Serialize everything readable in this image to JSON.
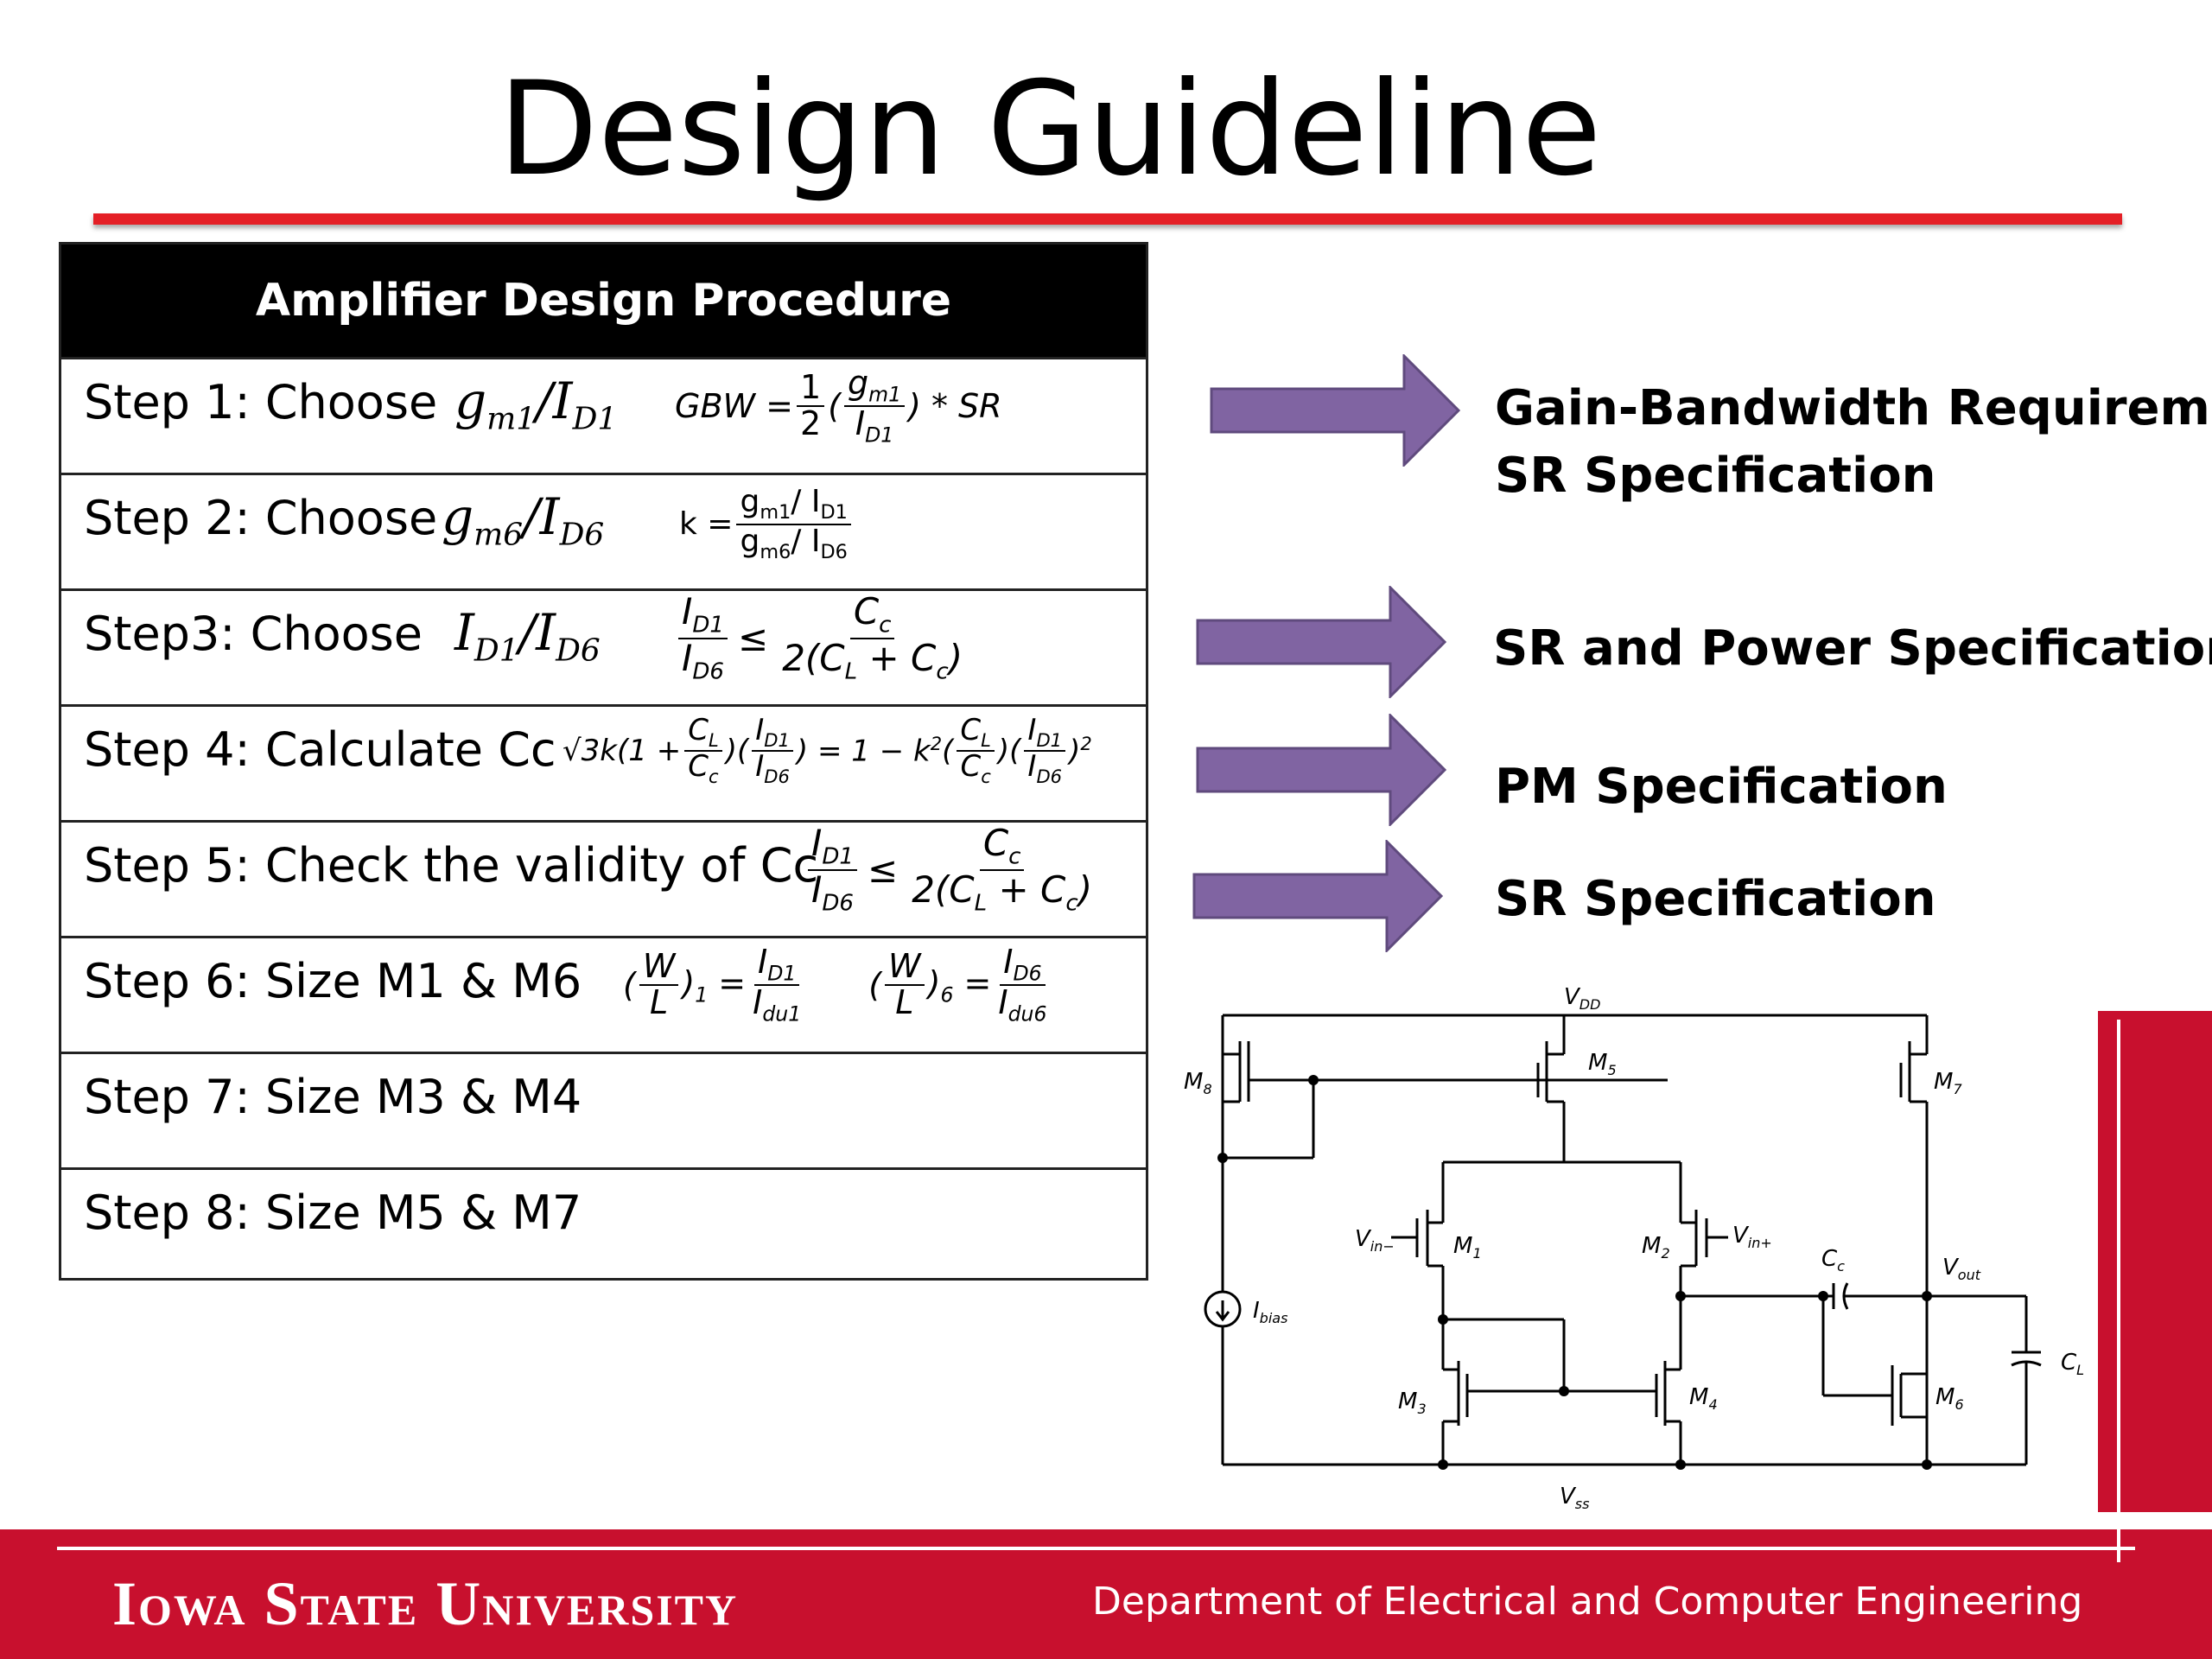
{
  "slide": {
    "title": "Design Guideline"
  },
  "table": {
    "header": "Amplifier Design Procedure",
    "steps": [
      {
        "label": "Step 1: Choose",
        "expr": "g",
        "expr_sub": "m1",
        "expr2": "/I",
        "expr2_sub": "D1",
        "formula": {
          "lhs": "GBW =",
          "half_num": "1",
          "half_den": "2",
          "num": "g",
          "num_sub": "m1",
          "den": "I",
          "den_sub": "D1",
          "tail": ") * SR"
        }
      },
      {
        "label": "Step 2: Choose",
        "expr": "g",
        "expr_sub": "m6",
        "expr2": "/I",
        "expr2_sub": "D6",
        "formula": {
          "lhs": "k =",
          "num": "g",
          "num_sub": "m1",
          "num_tail": "/ I",
          "num_tail_sub": "D1",
          "den": "g",
          "den_sub": "m6",
          "den_tail": "/ I",
          "den_tail_sub": "D6"
        }
      },
      {
        "label": "Step3:  Choose",
        "expr": "I",
        "expr_sub": "D1",
        "expr2": "/I",
        "expr2_sub": "D6",
        "formula": {
          "num": "I",
          "num_sub": "D1",
          "den": "I",
          "den_sub": "D6",
          "rel": "≤",
          "rnum": "C",
          "rnum_sub": "c",
          "rden": "2(C",
          "rden_sub": "L",
          "rden_tail": " + C",
          "rden_tail_sub": "c",
          "rden_end": ")"
        }
      },
      {
        "label": "Step 4: Calculate Cc",
        "formula": {
          "text_a": "√3k(1 +",
          "f1n": "C",
          "f1n_sub": "L",
          "f1d": "C",
          "f1d_sub": "c",
          "f2n": "I",
          "f2n_sub": "D1",
          "f2d": "I",
          "f2d_sub": "D6",
          "mid": ") = 1 − k",
          "mid_sup": "2",
          "f3n": "C",
          "f3n_sub": "L",
          "f3d": "C",
          "f3d_sub": "c",
          "f4n": "I",
          "f4n_sub": "D1",
          "f4d": "I",
          "f4d_sub": "D6",
          "end_sup": "2"
        }
      },
      {
        "label": "Step 5: Check the validity of Cc",
        "formula": {
          "num": "I",
          "num_sub": "D1",
          "den": "I",
          "den_sub": "D6",
          "rel": "≤",
          "rnum": "C",
          "rnum_sub": "c",
          "rden": "2(C",
          "rden_sub": "L",
          "rden_tail": " + C",
          "rden_tail_sub": "c",
          "rden_end": ")"
        }
      },
      {
        "label": "Step 6: Size M1 & M6",
        "formula": {
          "a_num": "W",
          "a_den": "L",
          "a_sub": "1",
          "a_rnum": "I",
          "a_rnum_sub": "D1",
          "a_rden": "I",
          "a_rden_sub": "du1",
          "b_num": "W",
          "b_den": "L",
          "b_sub": "6",
          "b_rnum": "I",
          "b_rnum_sub": "D6",
          "b_rden": "I",
          "b_rden_sub": "du6"
        }
      },
      {
        "label": "Step 7: Size M3 & M4"
      },
      {
        "label": "Step 8: Size M5 & M7"
      }
    ]
  },
  "specs": [
    {
      "lines": [
        "Gain-Bandwidth Requirement",
        "SR Specification"
      ]
    },
    {
      "lines": [
        "SR and Power Specification"
      ]
    },
    {
      "lines": [
        "PM Specification"
      ]
    },
    {
      "lines": [
        "SR Specification"
      ]
    }
  ],
  "circuit": {
    "vdd": "V",
    "vdd_sub": "DD",
    "vss": "V",
    "vss_sub": "ss",
    "m8": "M",
    "m8_sub": "8",
    "m5": "M",
    "m5_sub": "5",
    "m7": "M",
    "m7_sub": "7",
    "m1": "M",
    "m1_sub": "1",
    "m2": "M",
    "m2_sub": "2",
    "m3": "M",
    "m3_sub": "3",
    "m4": "M",
    "m4_sub": "4",
    "m6": "M",
    "m6_sub": "6",
    "vin_minus": "V",
    "vin_minus_sub": "in−",
    "vin_plus": "V",
    "vin_plus_sub": "in+",
    "cc": "C",
    "cc_sub": "c",
    "vout": "V",
    "vout_sub": "out",
    "cl": "C",
    "cl_sub": "L",
    "ibias": "I",
    "ibias_sub": "bias"
  },
  "footer": {
    "university": "Iowa State University",
    "department": "Department of Electrical and Computer Engineering"
  },
  "colors": {
    "accent_red": "#e41f26",
    "footer_red": "#c8102e",
    "arrow_purple": "#8064a2"
  }
}
